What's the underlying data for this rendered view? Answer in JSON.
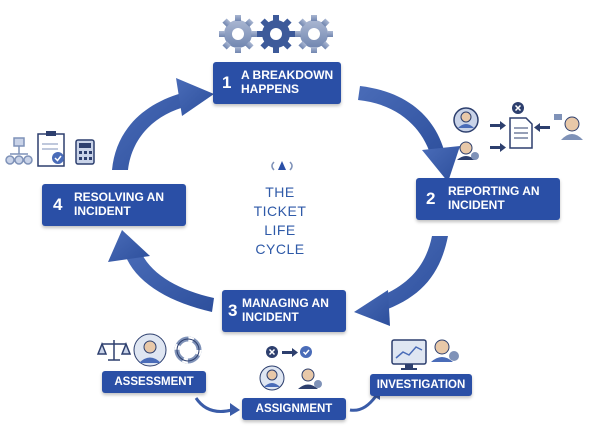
{
  "steps": [
    {
      "num": "1",
      "label": "A BREAKDOWN\nHAPPENS"
    },
    {
      "num": "2",
      "label": "REPORTING AN\nINCIDENT"
    },
    {
      "num": "3",
      "label": "MANAGING AN\nINCIDENT"
    },
    {
      "num": "4",
      "label": "RESOLVING AN\nINCIDENT"
    }
  ],
  "center": {
    "line1": "THE",
    "line2": "TICKET",
    "line3": "LIFE",
    "line4": "CYCLE"
  },
  "substeps": {
    "assessment": "ASSESSMENT",
    "assignment": "ASSIGNMENT",
    "investigation": "INVESTIGATION"
  },
  "colors": {
    "primary": "#2a4fa6",
    "arrow": "#3a5ca8",
    "icon": "#7f92b8",
    "icon_dark": "#2d3f6e"
  }
}
